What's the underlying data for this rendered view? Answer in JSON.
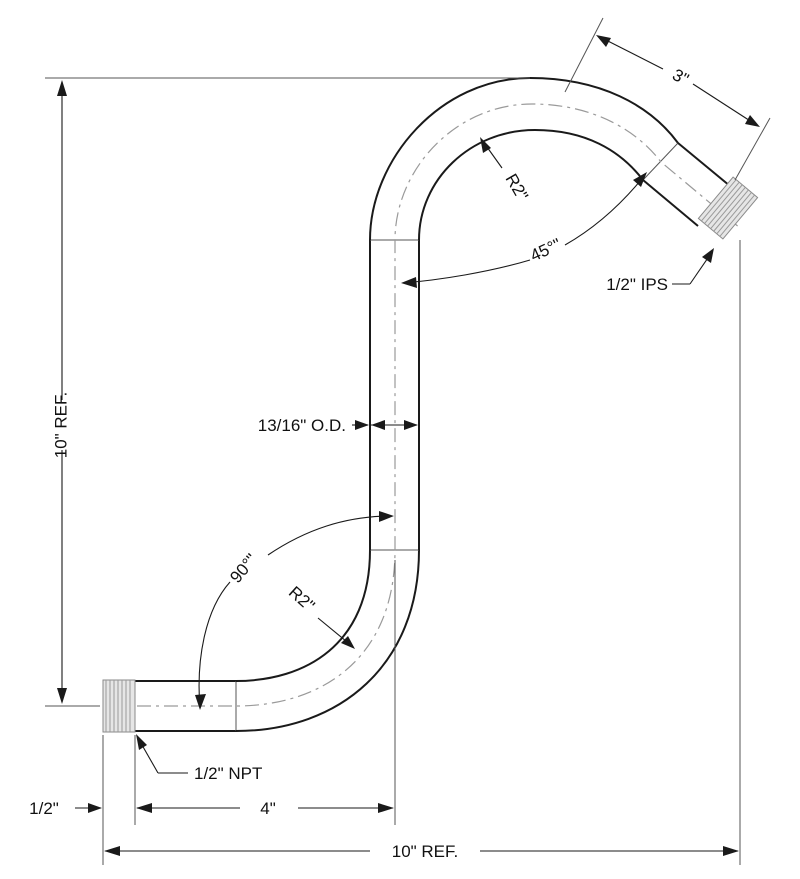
{
  "dimensions": {
    "height_ref": "10\" REF.",
    "width_ref": "10\" REF.",
    "short_leg": "4\"",
    "thread_length": "1/2\"",
    "end_length": "3\"",
    "upper_radius": "R2\"",
    "lower_radius": "R2\"",
    "upper_angle": "45°\"",
    "lower_angle": "90°\"",
    "outer_diameter": "13/16\" O.D."
  },
  "callouts": {
    "top_thread": "1/2\" IPS",
    "bottom_thread": "1/2\" NPT"
  },
  "colors": {
    "line": "#1a1a1a",
    "centerline": "#9a9a9a",
    "thread": "#b0b0b0",
    "background": "#ffffff"
  }
}
